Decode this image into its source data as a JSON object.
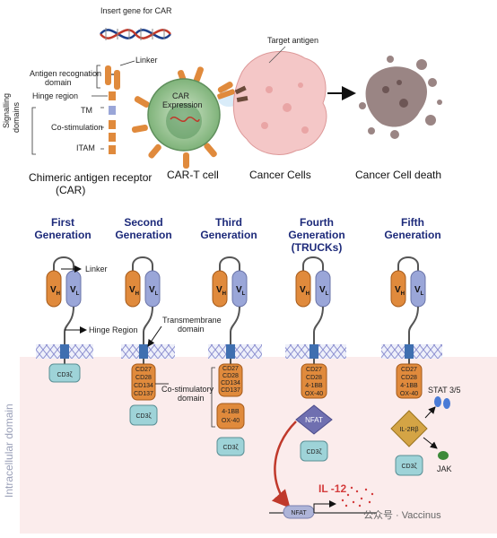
{
  "top": {
    "insert_gene": "Insert gene for CAR",
    "linker": "Linker",
    "antigen_domain_1": "Antigen recognation",
    "antigen_domain_2": "domain",
    "hinge": "Hinge region",
    "signalling_1": "Signalling",
    "signalling_2": "domains",
    "tm": "TM",
    "costim": "Co-stimulation",
    "itam": "ITAM",
    "car_title_1": "Chimeric antigen receptor",
    "car_title_2": "(CAR)",
    "car_expr_1": "CAR",
    "car_expr_2": "Expression",
    "target_antigen": "Target antigen",
    "cart_cell": "CAR-T cell",
    "cancer_cells": "Cancer Cells",
    "cancer_death": "Cancer Cell death"
  },
  "generations": [
    {
      "line1": "First",
      "line2": "Generation"
    },
    {
      "line1": "Second",
      "line2": "Generation"
    },
    {
      "line1": "Third",
      "line2": "Generation"
    },
    {
      "line1": "Fourth",
      "line2": "Generation",
      "line3": "(TRUCKs)"
    },
    {
      "line1": "Fifth",
      "line2": "Generation"
    }
  ],
  "bottom": {
    "linker": "Linker",
    "hinge": "Hinge Region",
    "tm_1": "Transmembrane",
    "tm_2": "domain",
    "intracellular": "Intracellular domain",
    "costim_1": "Co-stimulatory",
    "costim_2": "domain",
    "cd3z": "CD3ζ",
    "vh": "V",
    "vh_sub": "H",
    "vl": "V",
    "vl_sub": "L",
    "second_chip": [
      "CD27",
      "CD28",
      "CD134",
      "CD137"
    ],
    "third_chip": [
      "CD27",
      "CD28",
      "CD134",
      "CD137"
    ],
    "third_chip2": [
      "4-1BB",
      "OX-40"
    ],
    "fourth_chip": [
      "CD27",
      "CD28",
      "4-1BB",
      "OX-40"
    ],
    "fifth_chip": [
      "CD27",
      "CD28",
      "4-1BB",
      "OX-40"
    ],
    "nfat": "NFAT",
    "il12": "IL -12",
    "il2rb": "IL-2Rβ",
    "stat": "STAT 3/5",
    "jak": "JAK",
    "watermark": "公众号 · Vaccinus"
  },
  "colors": {
    "orange": "#e08a3c",
    "blue": "#9aa6d8",
    "purple": "#6f6fb0",
    "teal": "#9ed3d8",
    "cytoplasm": "#fbecec",
    "title": "#1d2a7a",
    "il12": "#d43c3c"
  }
}
